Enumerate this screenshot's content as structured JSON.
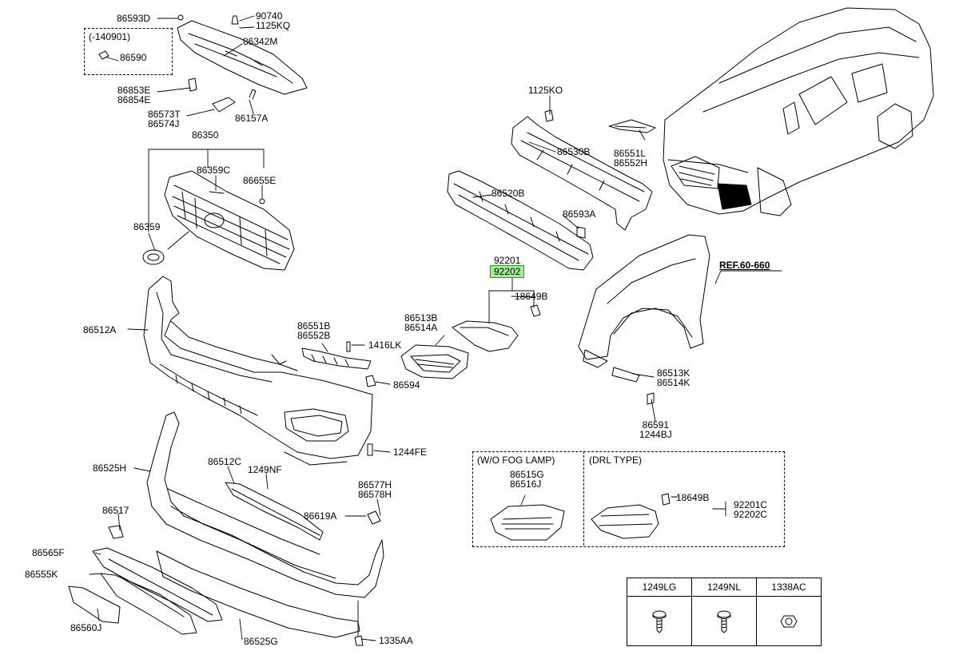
{
  "colors": {
    "line": "#000000",
    "highlight": "#a8ec9a",
    "highlight_border": "#2f8f2a"
  },
  "labels": {
    "p86593D": "86593D",
    "p90740": "90740",
    "p1125KQ": "1125KQ",
    "p140901": "(-140901)",
    "p86590": "86590",
    "p86342M": "86342M",
    "p86853E": "86853E",
    "p86854E": "86854E",
    "p86573T": "86573T",
    "p86574J": "86574J",
    "p86157A": "86157A",
    "p86350": "86350",
    "p86359C": "86359C",
    "p86655E": "86655E",
    "p86359": "86359",
    "p1125KO": "1125KO",
    "p86530B": "86530B",
    "p86551L": "86551L",
    "p86552H": "86552H",
    "p86520B": "86520B",
    "p86593A": "86593A",
    "p92201": "92201",
    "p92202": "92202",
    "pRef": "REF.60-660",
    "p18649B": "18649B",
    "p86512A": "86512A",
    "p86551B": "86551B",
    "p86552B": "86552B",
    "p1416LK": "1416LK",
    "p86513B": "86513B",
    "p86514A": "86514A",
    "p86594": "86594",
    "p86513K": "86513K",
    "p86514K": "86514K",
    "p86591": "86591",
    "p1244BJ": "1244BJ",
    "p1244FE": "1244FE",
    "p86525H": "86525H",
    "p86512C": "86512C",
    "p1249NF": "1249NF",
    "p86577H": "86577H",
    "p86578H": "86578H",
    "p86517": "86517",
    "p86619A": "86619A",
    "p86565F": "86565F",
    "p86555K": "86555K",
    "p86560J": "86560J",
    "p86525G": "86525G",
    "p1335AA": "1335AA",
    "pWoFog": "(W/O FOG LAMP)",
    "p86515G": "86515G",
    "p86516J": "86516J",
    "pDrl": "(DRL TYPE)",
    "p18649B2": "18649B",
    "p92201C": "92201C",
    "p92202C": "92202C"
  },
  "fastener_table": {
    "headers": [
      "1249LG",
      "1249NL",
      "1338AC"
    ],
    "icons": [
      "bolt-icon",
      "bolt-icon",
      "nut-icon"
    ]
  }
}
